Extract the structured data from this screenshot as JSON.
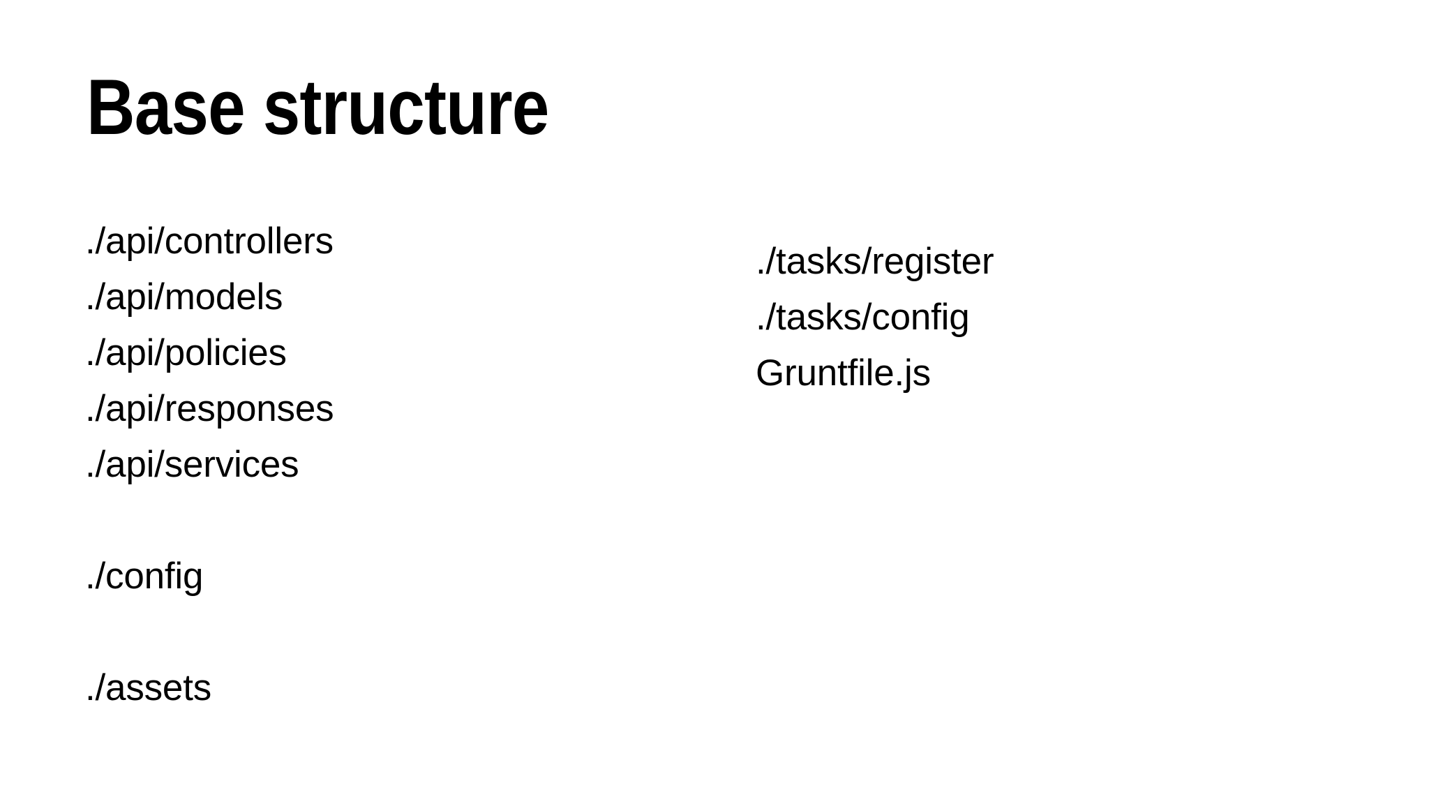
{
  "slide": {
    "title": "Base structure",
    "background_color": "#ffffff",
    "text_color": "#000000"
  },
  "left_column": {
    "lines": [
      "./api/controllers",
      "./api/models",
      "./api/policies",
      "./api/responses",
      "./api/services",
      "",
      "./config",
      "",
      "./assets"
    ]
  },
  "right_column": {
    "lines": [
      "./tasks/register",
      "./tasks/config",
      "Gruntfile.js"
    ]
  }
}
